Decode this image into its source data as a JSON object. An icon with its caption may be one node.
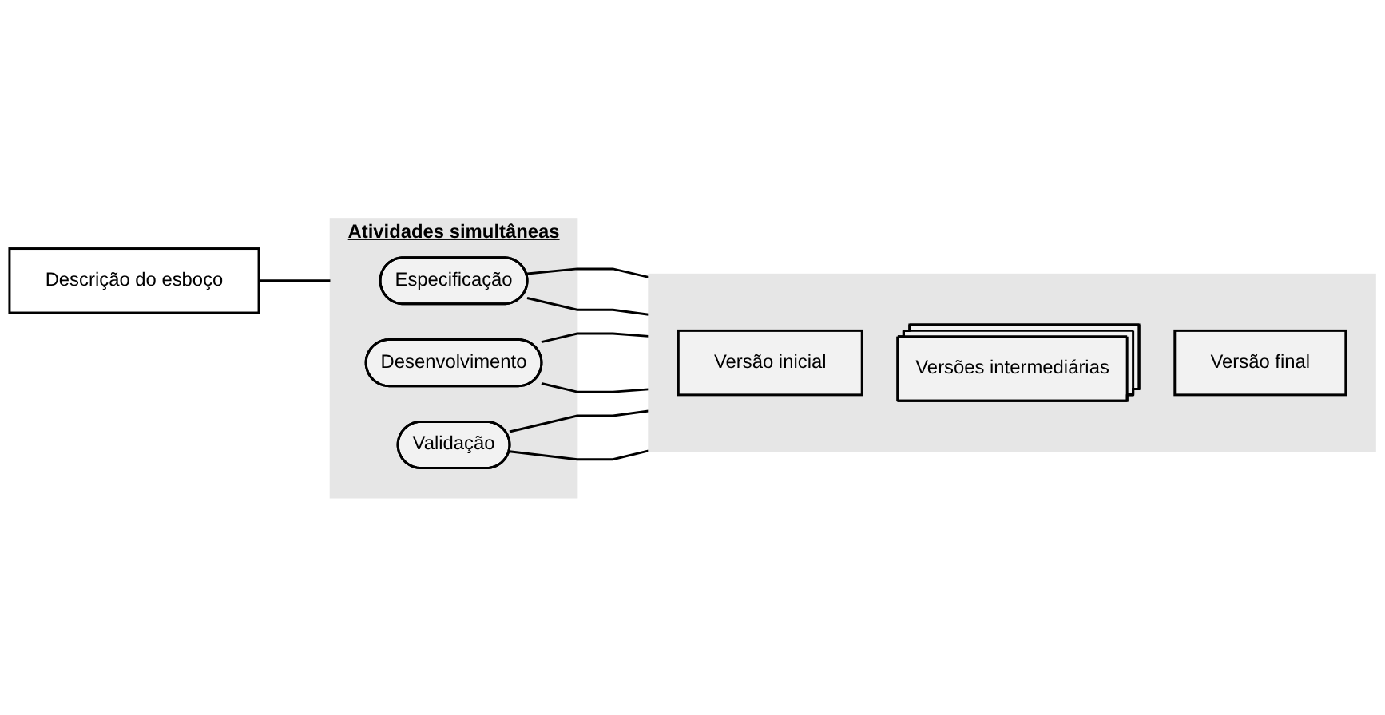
{
  "diagram": {
    "nodes": [
      {
        "text": [
          "Descrição do esboço"
        ]
      },
      {
        "text": [
          "Atividades simultâneas"
        ]
      },
      {
        "text": [
          "Especificação"
        ],
        "in": 1
      },
      {
        "text": [
          "Desenvolvimento"
        ],
        "in": 1
      },
      {
        "text": [
          "Validação"
        ],
        "in": 1
      },
      {
        "text": [],
        "shape": "box"
      },
      {
        "text": [
          "Versão inicial"
        ],
        "in": 5
      },
      {
        "text": [
          "Versões intermediárias"
        ],
        "in": 5
      },
      {
        "text": [
          "Versão final"
        ],
        "in": 5
      }
    ],
    "edges": [
      {
        "from": 0,
        "to": 1,
        "arrow": "none"
      },
      {
        "from": 2,
        "to": 5,
        "arrow": "none"
      },
      {
        "from": 2,
        "to": 5,
        "arrow": "none"
      },
      {
        "from": 3,
        "to": 5,
        "arrow": "none"
      },
      {
        "from": 3,
        "to": 5,
        "arrow": "none"
      },
      {
        "from": 4,
        "to": 5,
        "arrow": "none"
      },
      {
        "from": 4,
        "to": 5,
        "arrow": "none"
      }
    ]
  }
}
